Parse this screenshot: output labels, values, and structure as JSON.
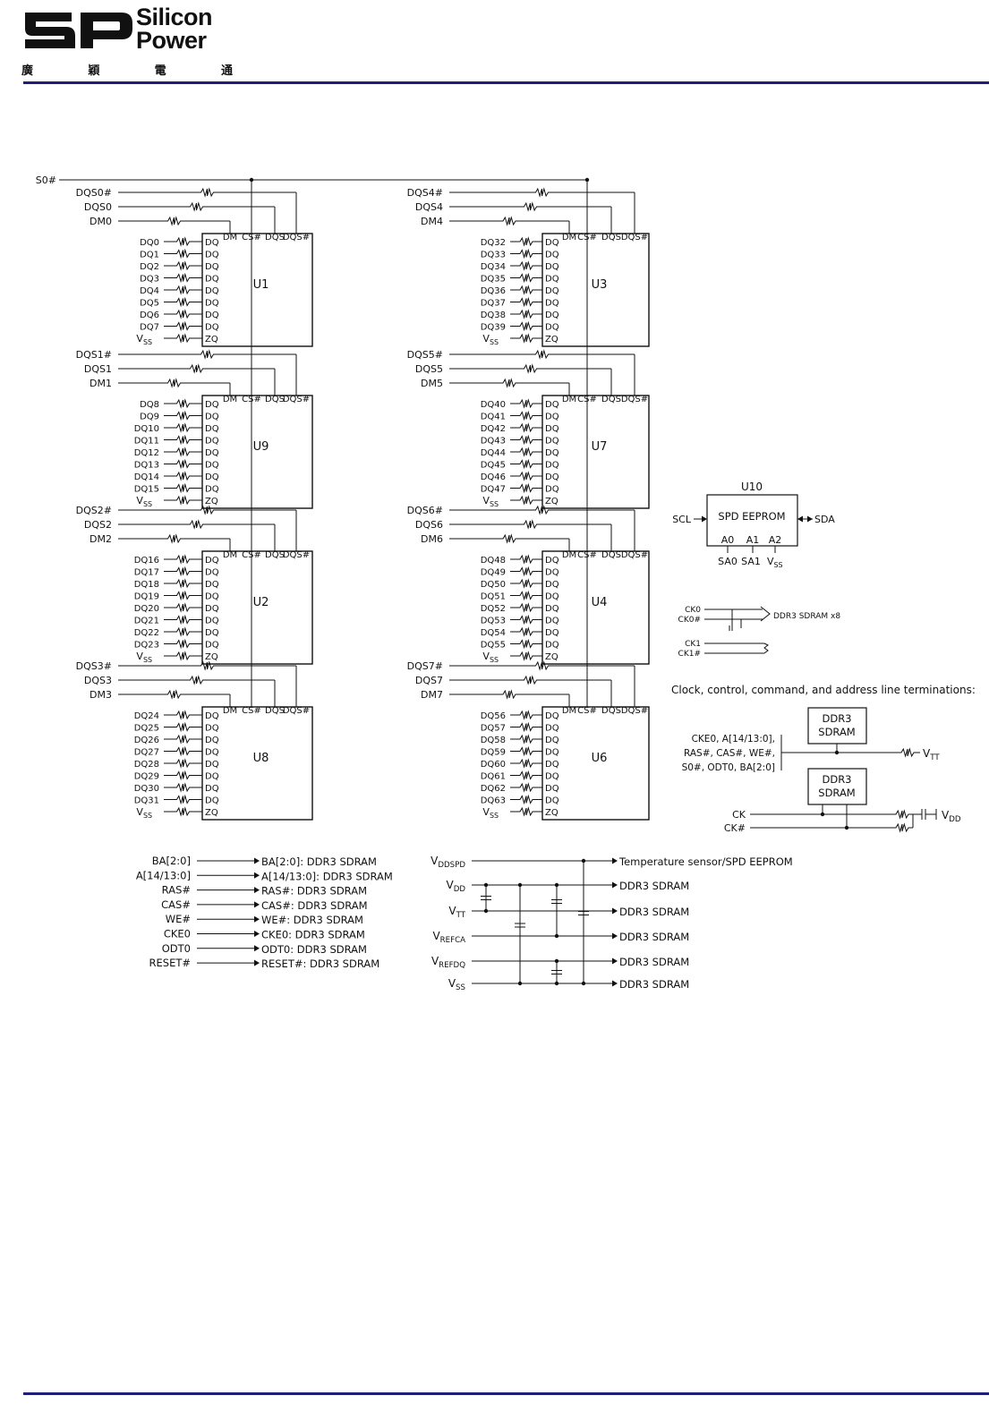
{
  "header": {
    "brand_line1": "Silicon",
    "brand_line2": "Power",
    "brand_chinese": [
      "廣",
      "穎",
      "電",
      "通"
    ],
    "accent_color": "#1f1f7a"
  },
  "diagram": {
    "s0_label": "S0#",
    "chip_pins": {
      "dm": "DM",
      "cs": "CS#",
      "dqs": "DQS",
      "dqsn": "DQS#",
      "dq": "DQ",
      "zq": "ZQ",
      "vss_main": "V",
      "vss_sub": "SS"
    },
    "chips": [
      {
        "name": "U1",
        "strobe": [
          "DQS0#",
          "DQS0",
          "DM0"
        ],
        "dq": [
          "DQ0",
          "DQ1",
          "DQ2",
          "DQ3",
          "DQ4",
          "DQ5",
          "DQ6",
          "DQ7"
        ]
      },
      {
        "name": "U9",
        "strobe": [
          "DQS1#",
          "DQS1",
          "DM1"
        ],
        "dq": [
          "DQ8",
          "DQ9",
          "DQ10",
          "DQ11",
          "DQ12",
          "DQ13",
          "DQ14",
          "DQ15"
        ]
      },
      {
        "name": "U2",
        "strobe": [
          "DQS2#",
          "DQS2",
          "DM2"
        ],
        "dq": [
          "DQ16",
          "DQ17",
          "DQ18",
          "DQ19",
          "DQ20",
          "DQ21",
          "DQ22",
          "DQ23"
        ]
      },
      {
        "name": "U8",
        "strobe": [
          "DQS3#",
          "DQS3",
          "DM3"
        ],
        "dq": [
          "DQ24",
          "DQ25",
          "DQ26",
          "DQ27",
          "DQ28",
          "DQ29",
          "DQ30",
          "DQ31"
        ]
      },
      {
        "name": "U3",
        "strobe": [
          "DQS4#",
          "DQS4",
          "DM4"
        ],
        "dq": [
          "DQ32",
          "DQ33",
          "DQ34",
          "DQ35",
          "DQ36",
          "DQ37",
          "DQ38",
          "DQ39"
        ]
      },
      {
        "name": "U7",
        "strobe": [
          "DQS5#",
          "DQS5",
          "DM5"
        ],
        "dq": [
          "DQ40",
          "DQ41",
          "DQ42",
          "DQ43",
          "DQ44",
          "DQ45",
          "DQ46",
          "DQ47"
        ]
      },
      {
        "name": "U4",
        "strobe": [
          "DQS6#",
          "DQS6",
          "DM6"
        ],
        "dq": [
          "DQ48",
          "DQ49",
          "DQ50",
          "DQ51",
          "DQ52",
          "DQ53",
          "DQ54",
          "DQ55"
        ]
      },
      {
        "name": "U6",
        "strobe": [
          "DQS7#",
          "DQS7",
          "DM7"
        ],
        "dq": [
          "DQ56",
          "DQ57",
          "DQ58",
          "DQ59",
          "DQ60",
          "DQ61",
          "DQ62",
          "DQ63"
        ]
      }
    ],
    "eeprom": {
      "ref": "U10",
      "title": "SPD EEPROM",
      "scl": "SCL",
      "sda": "SDA",
      "pins": [
        "A0",
        "A1",
        "A2"
      ],
      "pin_nets": [
        "SA0",
        "SA1",
        "V"
      ],
      "vss_sub": "SS"
    },
    "clock": {
      "ck0": "CK0",
      "ck0n": "CK0#",
      "target": "DDR3 SDRAM x8",
      "ck1": "CK1",
      "ck1n": "CK1#"
    },
    "termination": {
      "heading": "Clock, control, command, and address line terminations:",
      "sdram_label": [
        "DDR3",
        "SDRAM"
      ],
      "signals": [
        "CKE0, A[14/13:0],",
        "RAS#, CAS#, WE#,",
        "S0#, ODT0, BA[2:0]"
      ],
      "vtt_main": "V",
      "vtt_sub": "TT",
      "ck": "CK",
      "ckn": "CK#",
      "vdd_main": "V",
      "vdd_sub": "DD"
    },
    "control_lines": [
      {
        "src": "BA[2:0]",
        "dst": "BA[2:0]: DDR3 SDRAM"
      },
      {
        "src": "A[14/13:0]",
        "dst": "A[14/13:0]: DDR3 SDRAM"
      },
      {
        "src": "RAS#",
        "dst": "RAS#: DDR3 SDRAM"
      },
      {
        "src": "CAS#",
        "dst": "CAS#: DDR3 SDRAM"
      },
      {
        "src": "WE#",
        "dst": "WE#: DDR3 SDRAM"
      },
      {
        "src": "CKE0",
        "dst": "CKE0: DDR3 SDRAM"
      },
      {
        "src": "ODT0",
        "dst": "ODT0: DDR3 SDRAM"
      },
      {
        "src": "RESET#",
        "dst": "RESET#: DDR3 SDRAM"
      }
    ],
    "power_rails": [
      {
        "main": "V",
        "sub": "DDSPD",
        "dst": "Temperature sensor/SPD EEPROM"
      },
      {
        "main": "V",
        "sub": "DD",
        "dst": "DDR3 SDRAM"
      },
      {
        "main": "V",
        "sub": "TT",
        "dst": "DDR3 SDRAM"
      },
      {
        "main": "V",
        "sub": "REFCA",
        "dst": "DDR3 SDRAM"
      },
      {
        "main": "V",
        "sub": "REFDQ",
        "dst": "DDR3 SDRAM"
      },
      {
        "main": "V",
        "sub": "SS",
        "dst": "DDR3 SDRAM"
      }
    ]
  }
}
